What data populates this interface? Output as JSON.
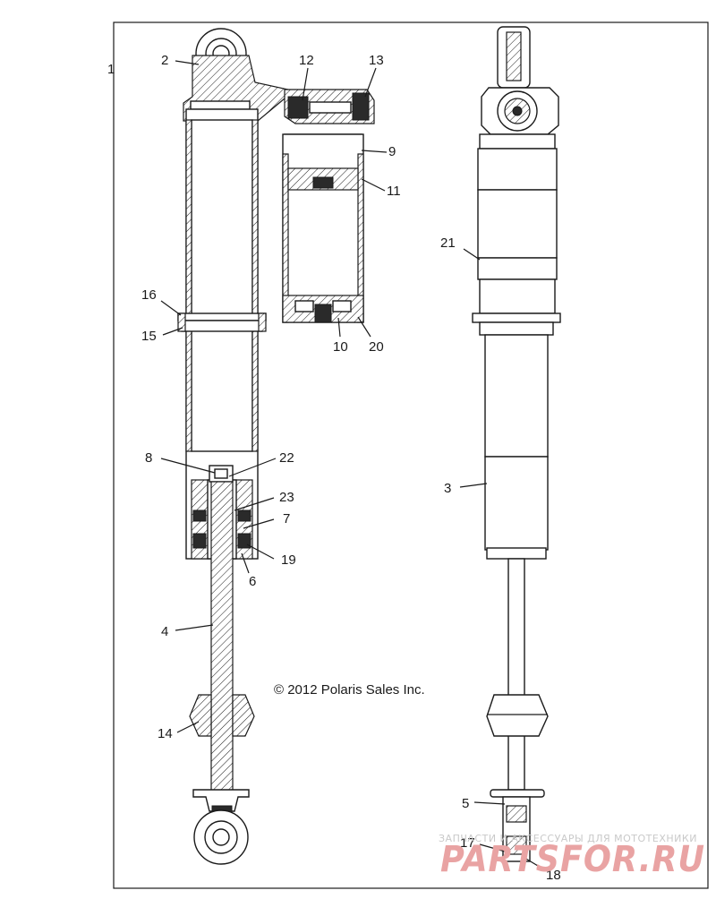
{
  "diagram": {
    "assembly_number": "1",
    "copyright": "© 2012 Polaris Sales Inc.",
    "callouts": [
      "2",
      "12",
      "13",
      "9",
      "11",
      "16",
      "15",
      "10",
      "20",
      "21",
      "8",
      "22",
      "23",
      "7",
      "19",
      "6",
      "3",
      "4",
      "14",
      "5",
      "17",
      "18"
    ],
    "watermark": {
      "tagline": "ЗАПЧАСТИ И АКСЕССУАРЫ ДЛЯ МОТОТЕХНИКИ",
      "brand": "PARTSFOR.RU"
    }
  }
}
